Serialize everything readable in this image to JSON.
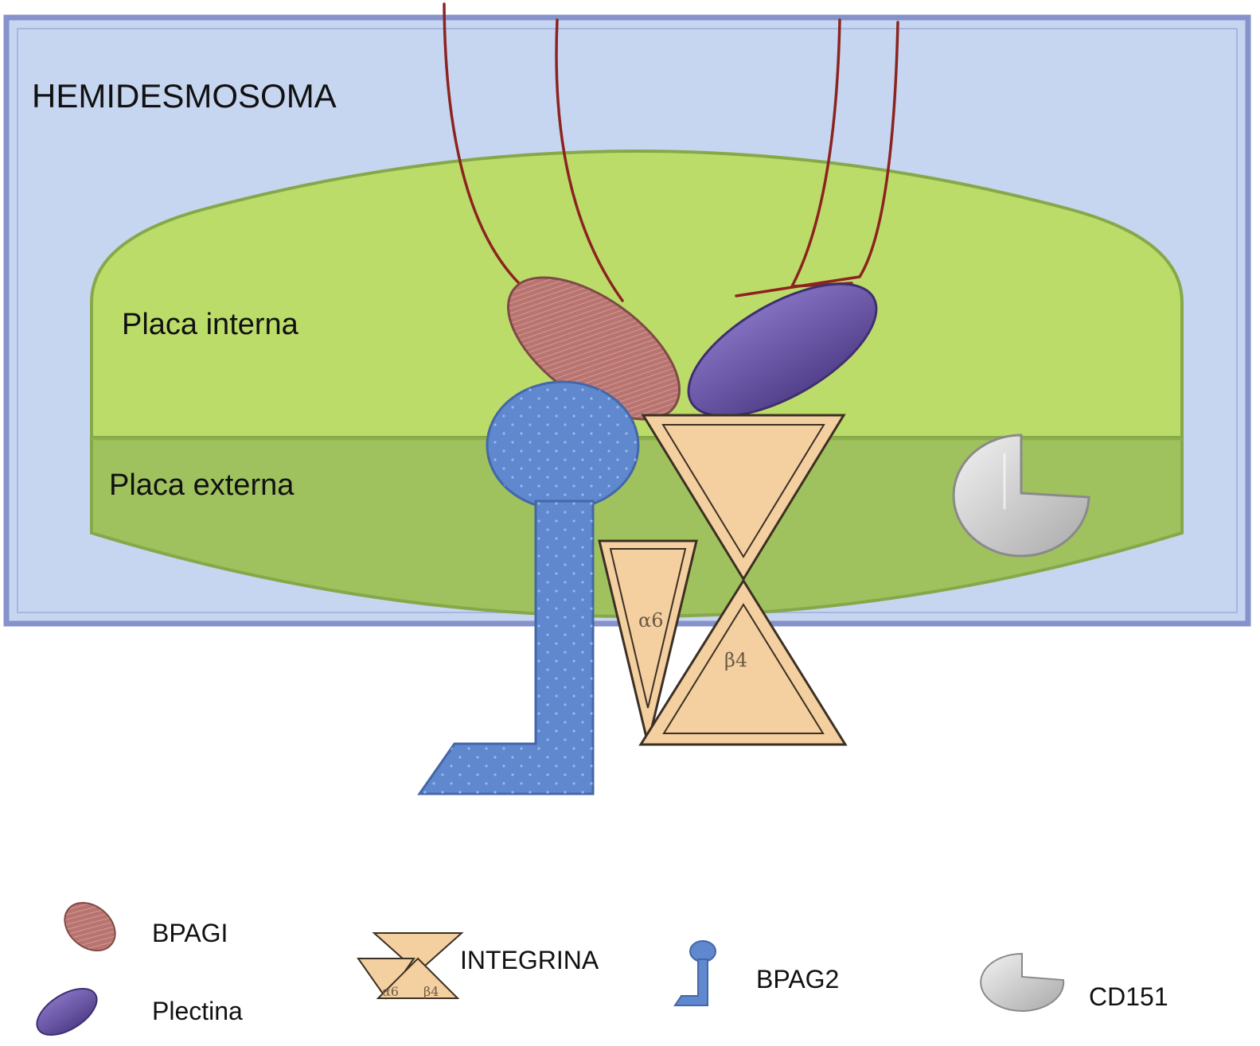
{
  "diagram": {
    "title": "HEMIDESMOSOMA",
    "inner_plaque_label": "Placa interna",
    "outer_plaque_label": "Placa externa",
    "alpha_label": "α6",
    "beta_label": "β4"
  },
  "legend": {
    "bpag1": "BPAGI",
    "plectina": "Plectina",
    "integrina": "INTEGRINA",
    "integrina_alpha": "α6",
    "integrina_beta": "β4",
    "bpag2": "BPAG2",
    "cd151": "CD151"
  },
  "colors": {
    "cell_bg": "#c7d6f0",
    "cell_border": "#8592cc",
    "inner_plaque": "#bcdc6a",
    "outer_plaque": "#9fc25e",
    "plaque_border": "#86a84a",
    "bpag1": "#b87470",
    "plectina": "#6a55a6",
    "integrina": "#f4cfa0",
    "integrina_border": "#3c3024",
    "bpag2": "#5f88cf",
    "cd151": "#d2d2d2",
    "filament": "#8c2320"
  }
}
